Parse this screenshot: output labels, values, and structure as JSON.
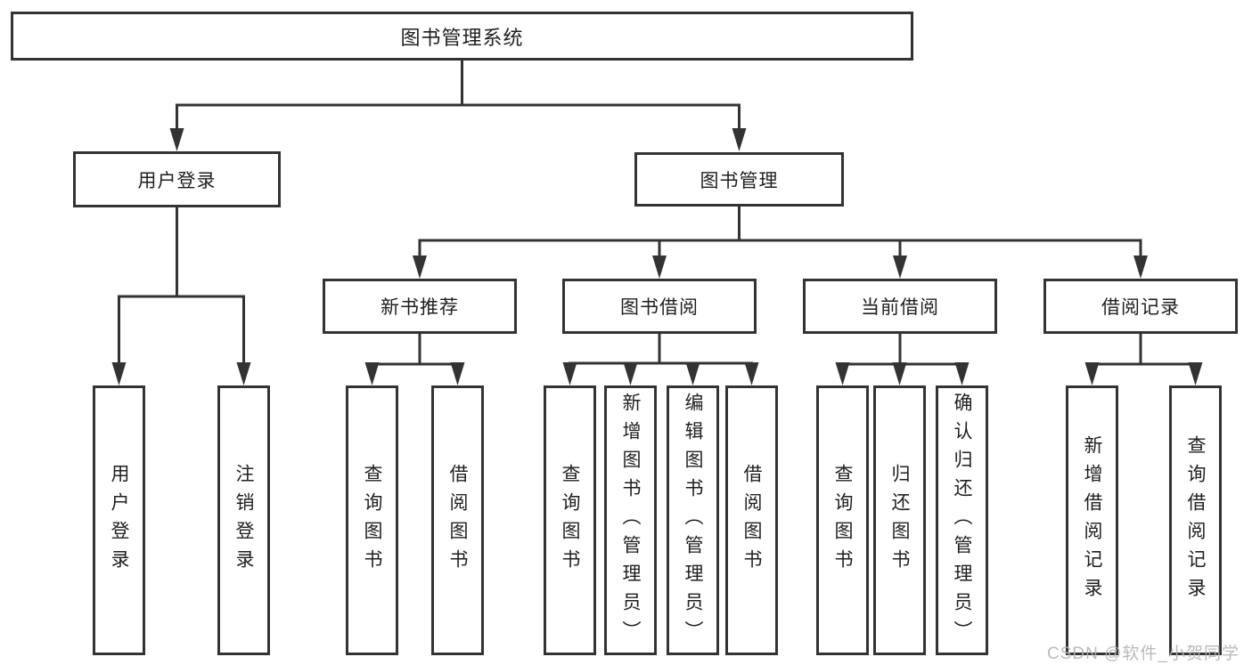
{
  "colors": {
    "line": "#333333",
    "border": "#333333",
    "text": "#1f1f1f",
    "background": "#ffffff",
    "watermark": "#b3b3b3"
  },
  "watermark": "CSDN @软件_小贺同学",
  "tree": {
    "root": {
      "label": "图书管理系统",
      "children": [
        {
          "label": "用户登录",
          "children": [
            {
              "label": "用户登录"
            },
            {
              "label": "注销登录"
            }
          ]
        },
        {
          "label": "图书管理",
          "children": [
            {
              "label": "新书推荐",
              "children": [
                {
                  "label": "查询图书"
                },
                {
                  "label": "借阅图书"
                }
              ]
            },
            {
              "label": "图书借阅",
              "children": [
                {
                  "label": "查询图书"
                },
                {
                  "label": "新增图书（管理员）"
                },
                {
                  "label": "编辑图书（管理员）"
                },
                {
                  "label": "借阅图书"
                }
              ]
            },
            {
              "label": "当前借阅",
              "children": [
                {
                  "label": "查询图书"
                },
                {
                  "label": "归还图书"
                },
                {
                  "label": "确认归还（管理员）"
                }
              ]
            },
            {
              "label": "借阅记录",
              "children": [
                {
                  "label": "新增借阅记录"
                },
                {
                  "label": "查询借阅记录"
                }
              ]
            }
          ]
        }
      ]
    }
  }
}
